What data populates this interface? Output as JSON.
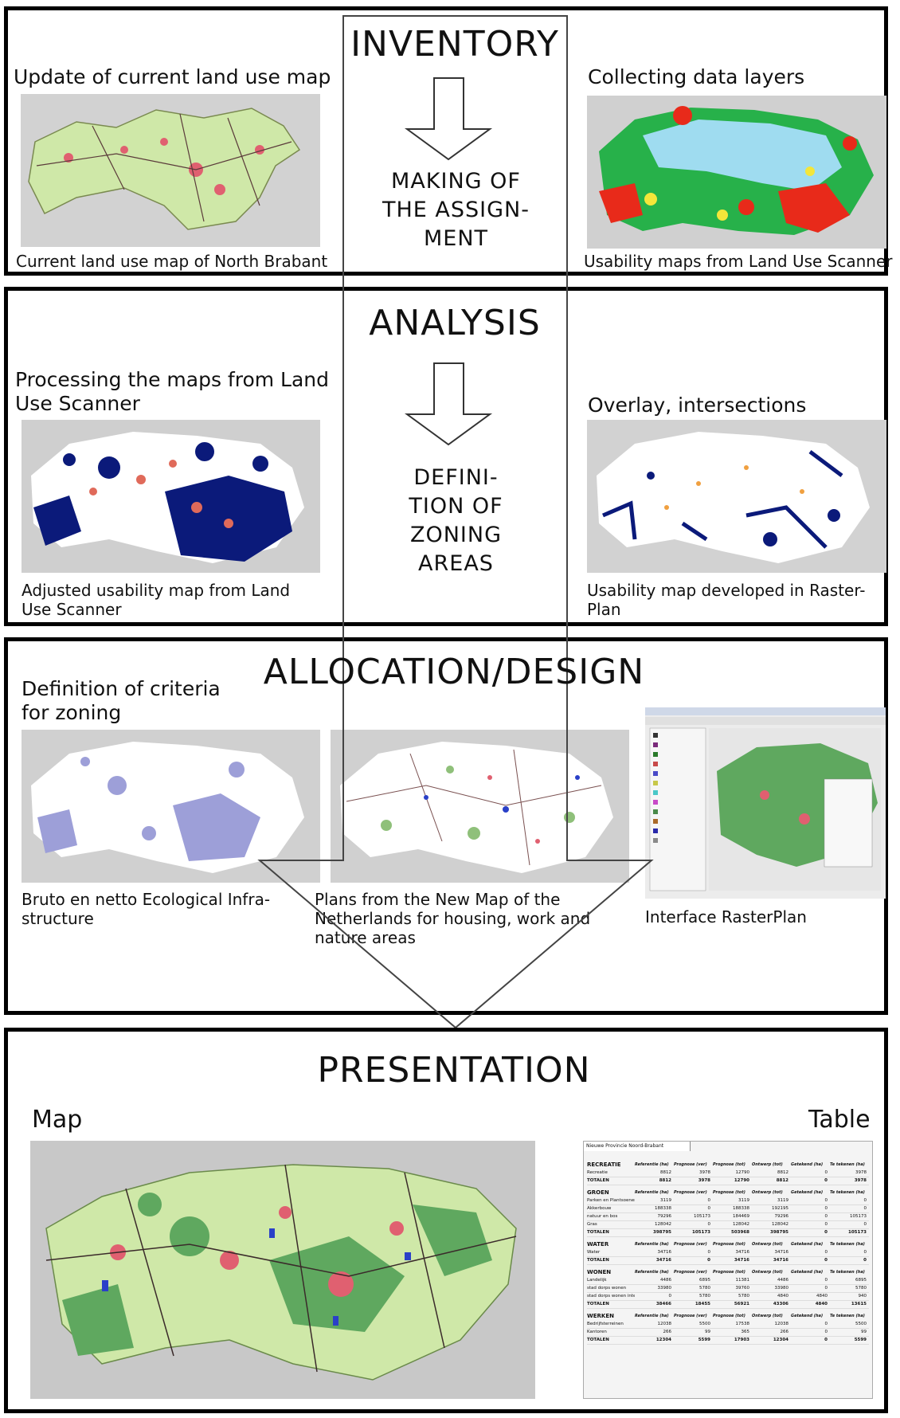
{
  "stages": {
    "inventory": {
      "heading": "INVENTORY",
      "step": "MAKING OF THE ASSIGN- MENT",
      "step_lines": [
        "MAKING OF",
        "THE ASSIGN-",
        "MENT"
      ],
      "left_title": "Update of current land use map",
      "left_caption": "Current land use map of North Brabant",
      "right_title": "Collecting data layers",
      "right_caption": "Usability maps from Land Use Scanner"
    },
    "analysis": {
      "heading": "ANALYSIS",
      "step": "DEFINI- TION OF ZONING AREAS",
      "step_lines": [
        "DEFINI-",
        "TION OF",
        "ZONING",
        "AREAS"
      ],
      "left_title_lines": [
        "Processing the maps from Land",
        "Use Scanner"
      ],
      "left_caption_lines": [
        "Adjusted usability map from Land",
        "Use Scanner"
      ],
      "right_title": "Overlay, intersections",
      "right_caption_lines": [
        "Usability map developed in Raster-",
        "Plan"
      ]
    },
    "allocation": {
      "heading": "ALLOCATION/DESIGN",
      "left_title_lines": [
        "Definition of criteria",
        "for zoning"
      ],
      "caption_1_lines": [
        "Bruto en netto Ecological Infra-",
        "structure"
      ],
      "caption_2_lines": [
        "Plans from the New Map of the",
        "Netherlands for housing, work and",
        "nature areas"
      ],
      "caption_3": "Interface RasterPlan"
    },
    "presentation": {
      "heading": "PRESENTATION",
      "map_label": "Map",
      "table_label": "Table"
    }
  },
  "table_preview": {
    "tab": "Nieuwe Provincie Noord-Brabant",
    "sections": [
      "RECREATIE",
      "GROEN",
      "WATER",
      "WONEN",
      "WERKEN"
    ],
    "column_headers": [
      "Referentie (ha)",
      "Prognose (ver)",
      "Prognose (tot)",
      "Ontwerp (tot)",
      "Getekend (ha)",
      "Te tekenen (ha)"
    ],
    "rows": [
      [
        "Recreatie",
        "8812",
        "3978",
        "12790",
        "8812",
        "0",
        "3978"
      ],
      [
        "TOTALEN",
        "8812",
        "3978",
        "12790",
        "8812",
        "0",
        "3978"
      ],
      [
        "Parken en Plantsoenen",
        "3119",
        "0",
        "3119",
        "3119",
        "0",
        "0"
      ],
      [
        "Akkerbouw",
        "188338",
        "0",
        "188338",
        "192195",
        "0",
        "0"
      ],
      [
        "natuur en bos",
        "79296",
        "105173",
        "184469",
        "79296",
        "0",
        "105173"
      ],
      [
        "Gras",
        "128042",
        "0",
        "128042",
        "128042",
        "0",
        "0"
      ],
      [
        "TOTALEN",
        "398795",
        "105173",
        "503968",
        "398795",
        "0",
        "105173"
      ],
      [
        "Water",
        "34716",
        "0",
        "34716",
        "34716",
        "0",
        "0"
      ],
      [
        "TOTALEN",
        "34716",
        "0",
        "34716",
        "34716",
        "0",
        "0"
      ],
      [
        "Landelijk",
        "4486",
        "6895",
        "11381",
        "4486",
        "0",
        "6895"
      ],
      [
        "stad dorps wonen",
        "33980",
        "5780",
        "39760",
        "33980",
        "0",
        "5780"
      ],
      [
        "stad dorps wonen intensief",
        "0",
        "5780",
        "5780",
        "4840",
        "4840",
        "940"
      ],
      [
        "TOTALEN",
        "38466",
        "18455",
        "56921",
        "43306",
        "4840",
        "13615"
      ],
      [
        "Bedrijfsterreinen",
        "12038",
        "5500",
        "17538",
        "12038",
        "0",
        "5500"
      ],
      [
        "Kantoren",
        "266",
        "99",
        "365",
        "266",
        "0",
        "99"
      ],
      [
        "TOTALEN",
        "12304",
        "5599",
        "17903",
        "12304",
        "0",
        "5599"
      ]
    ]
  },
  "colors": {
    "border": "#000000",
    "landuse_green": "#cfe8a8",
    "urban_red": "#e06070",
    "cyan": "#9fdcf0",
    "usability_red": "#e82a1a",
    "usability_green": "#27b14a",
    "navy": "#0b1a7a",
    "lavender": "#9d9fd8",
    "forest": "#5fa85f"
  }
}
